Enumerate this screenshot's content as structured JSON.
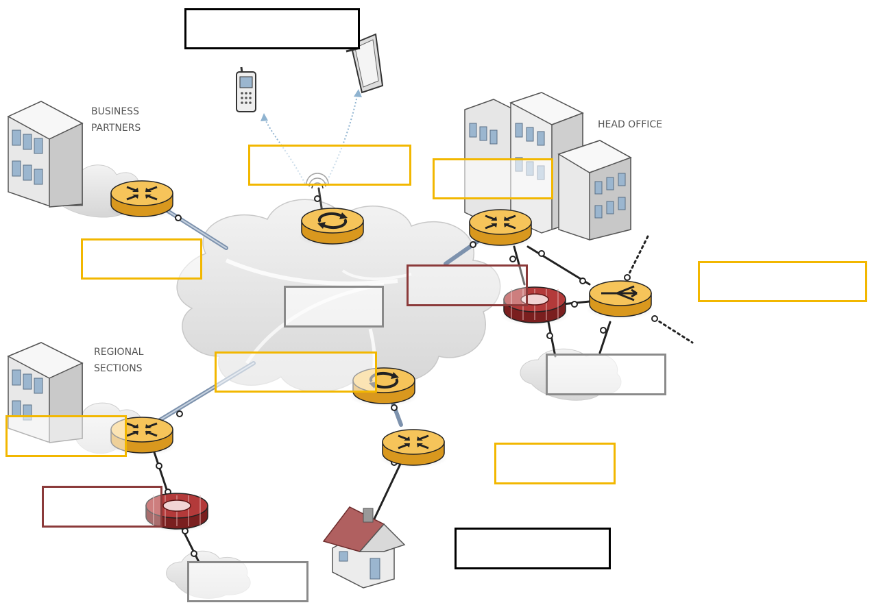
{
  "labels": {
    "business_partners": "BUSINESS\nPARTNERS",
    "head_office": "HEAD OFFICE",
    "regional_sections": "REGIONAL\nSECTIONS"
  },
  "colors": {
    "router_top": "#f6c45a",
    "router_side": "#d9981e",
    "firewall": "#9c2a2a",
    "cloud": "#e6e6e6",
    "link": "#7d92ad",
    "box_yellow": "#f2b700",
    "box_black": "#000000",
    "box_maroon": "#8b3a3a",
    "box_gray": "#8a8a8a"
  },
  "icons": [
    "router-icon",
    "wireless-router-icon",
    "vpn-router-icon",
    "firewall-icon",
    "mobile-phone-icon",
    "tablet-icon",
    "building-icon",
    "house-icon",
    "cloud-icon"
  ]
}
